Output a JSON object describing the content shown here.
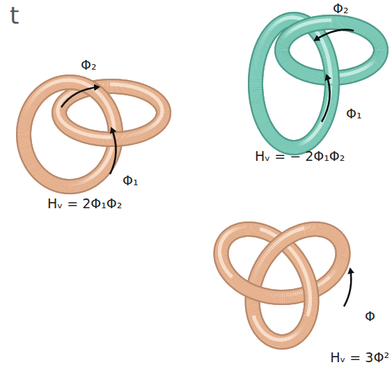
{
  "diagram": {
    "labels": [
      "t",
      "Φ₂",
      "Φ₁",
      "Hᵥ = 2Φ₁Φ₂",
      "Φ₂",
      "Φ₁",
      "Hᵥ = − 2Φ₁Φ₂",
      "Φ",
      "Hᵥ = 3Φ²"
    ]
  }
}
